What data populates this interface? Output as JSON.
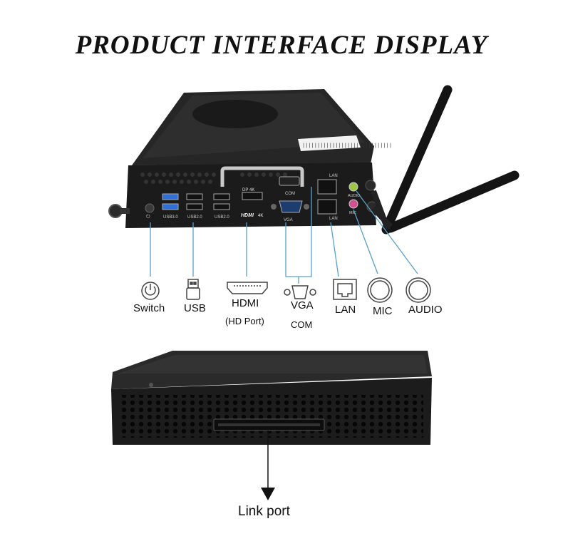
{
  "title": "PRODUCT INTERFACE DISPLAY",
  "ports": [
    {
      "label": "Switch",
      "icon": "power-icon"
    },
    {
      "label": "USB",
      "icon": "usb-icon"
    },
    {
      "label": "HDMI",
      "sub": "(HD Port)",
      "icon": "hdmi-icon"
    },
    {
      "label": "VGA",
      "sub": "COM",
      "icon": "vga-icon"
    },
    {
      "label": "LAN",
      "icon": "lan-icon"
    },
    {
      "label": "MIC",
      "icon": "mic-jack-icon"
    },
    {
      "label": "AUDIO",
      "icon": "audio-jack-icon"
    }
  ],
  "panel_labels": {
    "usb30": "USB3.0",
    "usb20_a": "USB2.0",
    "usb20_b": "USB2.0",
    "dp": "DP",
    "dp4k": "4K",
    "hdmi_logo": "HDMI",
    "hdmi4k": "4K",
    "vga": "VGA",
    "com": "COM",
    "lan1": "LAN",
    "lan2": "LAN",
    "audio": "AUDIO",
    "mic": "MIC",
    "sticker": "||||||||||||||||||||||||||||||"
  },
  "link_port": "Link port",
  "colors": {
    "leader_line": "#5aa0c8",
    "device": "#1c1c1c",
    "antenna": "#141414",
    "usb30_blue": "#2f6fd6"
  }
}
